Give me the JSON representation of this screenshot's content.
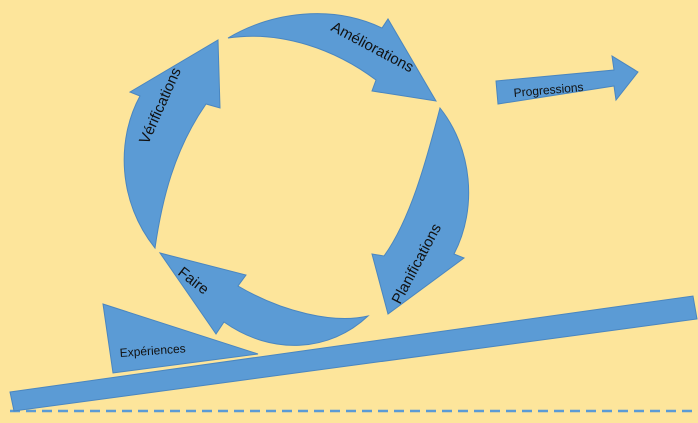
{
  "colors": {
    "background": "#fde59b",
    "arrow_fill": "#5b9bd5",
    "arrow_stroke": "#4a86c0",
    "dashed_line": "#5b9bd5",
    "text": "#111111"
  },
  "cycle": {
    "ameliorations": "Améliorations",
    "planifications": "Planifications",
    "faire": "Faire",
    "verifications": "Vérifications"
  },
  "progressions": "Progressions",
  "experiences": "Expériences"
}
